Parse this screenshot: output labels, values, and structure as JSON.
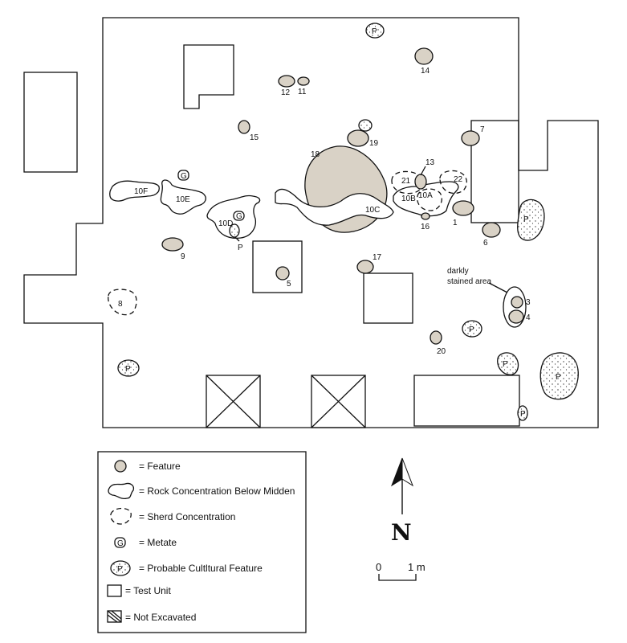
{
  "features": [
    {
      "id": "f1",
      "label": "1"
    },
    {
      "id": "f3",
      "label": "3"
    },
    {
      "id": "f4",
      "label": "4"
    },
    {
      "id": "f5",
      "label": "5"
    },
    {
      "id": "f6",
      "label": "6"
    },
    {
      "id": "f7",
      "label": "7"
    },
    {
      "id": "f9",
      "label": "9"
    },
    {
      "id": "f11",
      "label": "11"
    },
    {
      "id": "f12",
      "label": "12"
    },
    {
      "id": "f13",
      "label": "13"
    },
    {
      "id": "f14",
      "label": "14"
    },
    {
      "id": "f15",
      "label": "15"
    },
    {
      "id": "f16",
      "label": "16"
    },
    {
      "id": "f17",
      "label": "17"
    },
    {
      "id": "f18",
      "label": "18"
    },
    {
      "id": "f19",
      "label": "19"
    },
    {
      "id": "f20",
      "label": "20"
    }
  ],
  "rock_labels": [
    "10A",
    "10B",
    "10C",
    "10D",
    "10E",
    "10F"
  ],
  "sherd_labels": [
    "8",
    "21",
    "22"
  ],
  "probable_marker": "P",
  "metate_marker": "G",
  "annotation": "darkly stained area",
  "north_label": "N",
  "scale": {
    "zero": "0",
    "one": "1 m"
  },
  "legend": {
    "feature": "= Feature",
    "rock": "= Rock Concentration Below Midden",
    "sherd": "= Sherd Concentration",
    "metate": "= Metate",
    "probable": "= Probable Cultltural Feature",
    "test_unit": "= Test Unit",
    "not_excavated": "= Not Excavated"
  }
}
